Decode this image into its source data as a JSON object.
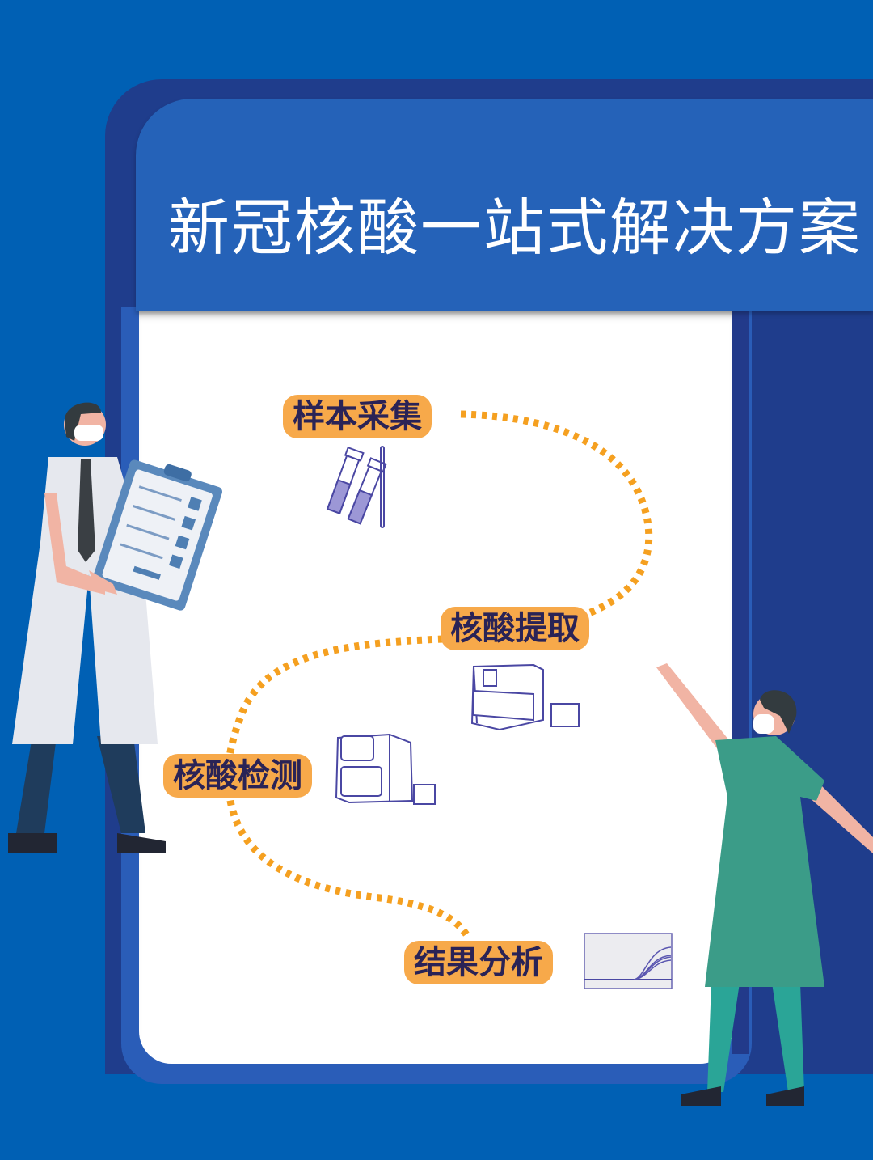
{
  "poster": {
    "title": "新冠核酸一站式解决方案",
    "colors": {
      "background": "#0060b4",
      "title_bar": "#2562b8",
      "frame_dark": "#1f3d8c",
      "panel": "#ffffff",
      "label_bg": "#f7a94a",
      "label_text": "#2a2356",
      "path_dash": "#f5a020",
      "icon_stroke": "#4a47a3"
    }
  },
  "steps": [
    {
      "label": "样本采集",
      "icon": "sample-tubes-icon"
    },
    {
      "label": "核酸提取",
      "icon": "extraction-instrument-icon"
    },
    {
      "label": "核酸检测",
      "icon": "pcr-instrument-icon"
    },
    {
      "label": "结果分析",
      "icon": "amplification-curve-icon"
    }
  ],
  "figures": [
    {
      "name": "doctor-with-clipboard"
    },
    {
      "name": "nurse-pointing"
    }
  ]
}
